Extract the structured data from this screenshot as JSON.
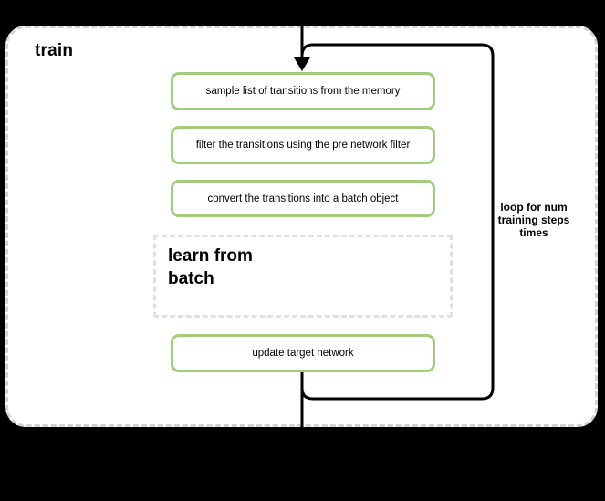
{
  "colors": {
    "background": "#000000",
    "surface": "#ffffff",
    "step_border_green": "#9fce7d",
    "container_dash_gray": "#d4d4d4",
    "subprocess_dash_gray": "#e0e0e0",
    "line_black": "#000000",
    "text": "#000000"
  },
  "diagram": {
    "title": "train",
    "steps": [
      {
        "label": "sample list of transitions from the memory"
      },
      {
        "label": "filter the transitions using the pre network filter"
      },
      {
        "label": "convert the transitions into a batch object"
      }
    ],
    "subprocess": {
      "label": "learn from\nbatch"
    },
    "final_step": {
      "label": "update target network"
    },
    "loop": {
      "label": "loop for num\ntraining steps\ntimes"
    }
  }
}
